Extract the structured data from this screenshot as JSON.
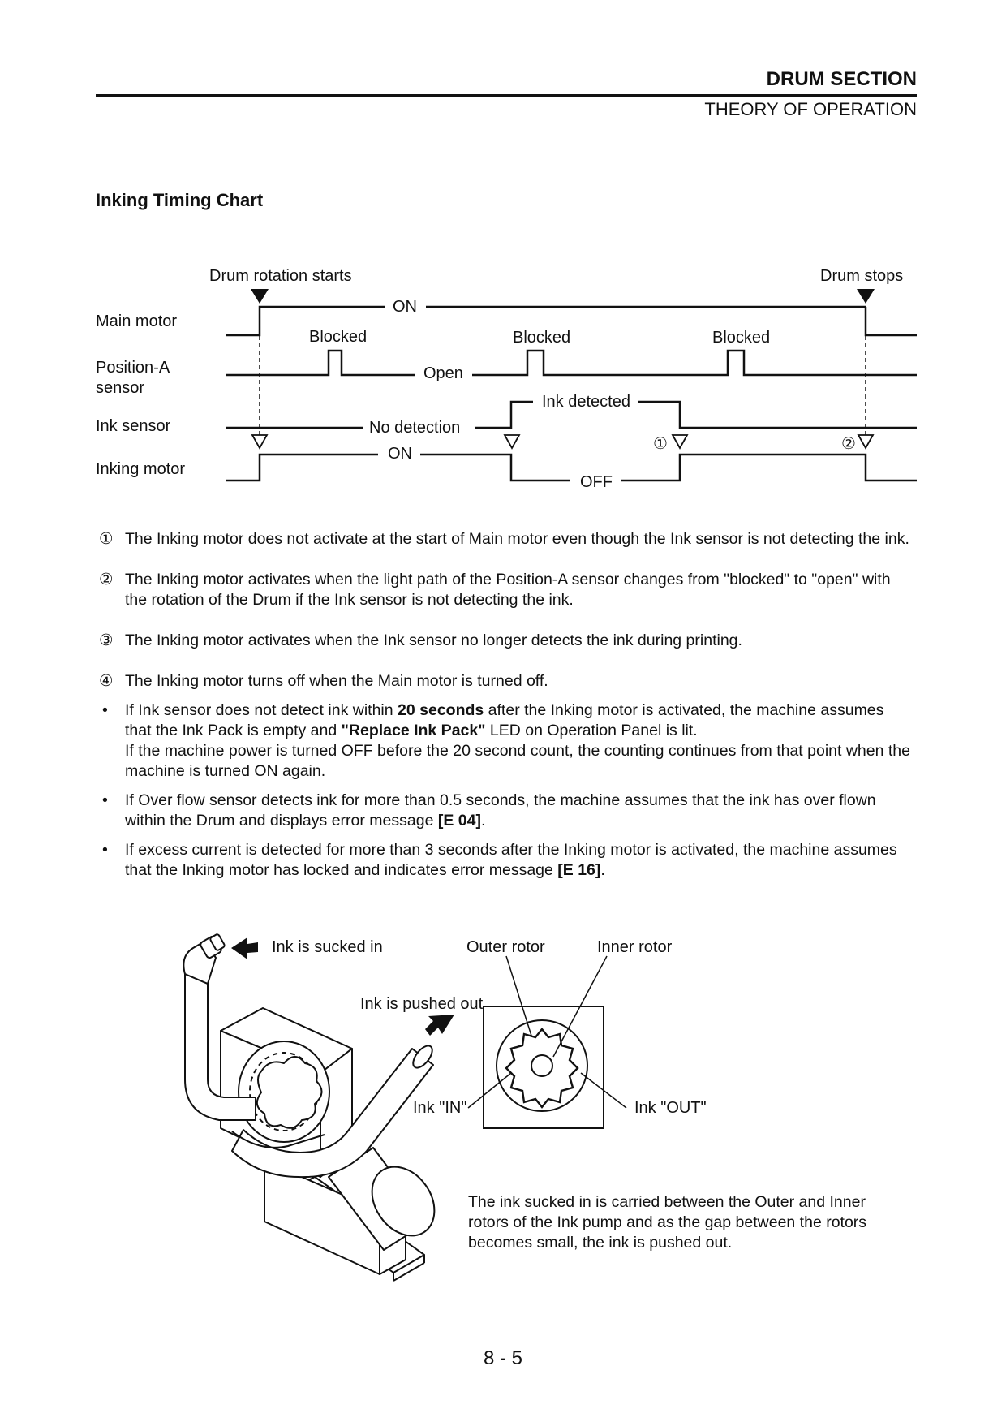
{
  "header": {
    "section": "DRUM SECTION",
    "subsection": "THEORY OF OPERATION"
  },
  "title": "Inking Timing Chart",
  "timing_chart": {
    "event_start": "Drum rotation starts",
    "event_stop": "Drum stops",
    "rows": {
      "main_motor": "Main motor",
      "position_a_line1": "Position-A",
      "position_a_line2": "sensor",
      "ink_sensor": "Ink sensor",
      "inking_motor": "Inking motor"
    },
    "states": {
      "main_on": "ON",
      "blocked_1": "Blocked",
      "blocked_2": "Blocked",
      "blocked_3": "Blocked",
      "open": "Open",
      "ink_detected": "Ink detected",
      "no_detection": "No detection",
      "inking_on": "ON",
      "inking_off": "OFF"
    },
    "markers": {
      "m1": "①",
      "m2": "②"
    }
  },
  "notes": [
    {
      "num": "①",
      "text": "The Inking motor does not activate at the start of Main motor even though the Ink sensor is not detecting the ink."
    },
    {
      "num": "②",
      "text": "The Inking motor activates when the light path of the Position-A sensor changes from \"blocked\" to \"open\" with the rotation of the Drum if the Ink sensor is not detecting the ink."
    },
    {
      "num": "③",
      "text": "The Inking motor activates when the Ink sensor no longer detects the ink during printing."
    },
    {
      "num": "④",
      "text": "The Inking motor turns off when the Main motor is turned off."
    }
  ],
  "bullets": {
    "b1": {
      "t1": "If Ink sensor does not detect ink within ",
      "bold1": "20 seconds",
      "t2": " after the Inking motor is activated, the machine assumes that the Ink Pack is empty and ",
      "bold2": "\"Replace Ink Pack\"",
      "t3": " LED on Operation Panel is lit.",
      "line2": "If the machine power is turned OFF before the 20 second count, the counting continues from that point when the machine is turned ON again."
    },
    "b2": {
      "t1": "If Over flow sensor detects ink for more than 0.5 seconds, the machine assumes that the ink has over flown within the Drum and displays error message ",
      "bold1": "[E 04]",
      "t2": "."
    },
    "b3": {
      "t1": "If excess current is detected for more than 3 seconds after the Inking motor is activated, the machine assumes that the Inking motor has locked and indicates error message ",
      "bold1": "[E 16]",
      "t2": "."
    }
  },
  "pump_diagram": {
    "ink_sucked_in": "Ink is sucked in",
    "ink_pushed_out": "Ink is pushed out",
    "outer_rotor": "Outer rotor",
    "inner_rotor": "Inner rotor",
    "ink_in": "Ink \"IN\"",
    "ink_out": "Ink \"OUT\"",
    "caption": "The ink sucked in is carried between the Outer and Inner rotors of the Ink pump and as the gap between the rotors becomes small, the ink is pushed out."
  },
  "page_number": "8 - 5"
}
